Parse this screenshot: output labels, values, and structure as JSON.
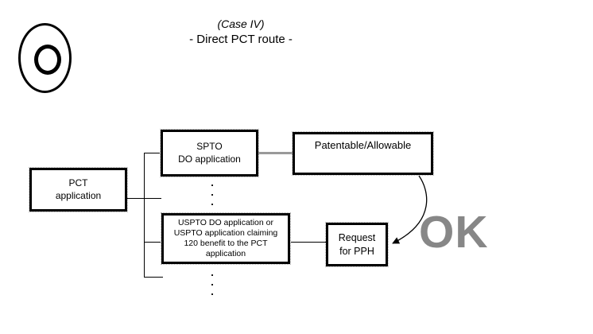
{
  "header": {
    "case_label": "(Case IV)",
    "route_label": "- Direct PCT route -"
  },
  "mark": {
    "icon": "circle-o-mark"
  },
  "nodes": {
    "pct": {
      "label": "PCT\napplication"
    },
    "spto": {
      "label": "SPTO\nDO application"
    },
    "patentable": {
      "label": "Patentable/Allowable"
    },
    "uspto": {
      "label": "USPTO DO application or\nUSPTO application claiming\n120 benefit to the PCT\napplication"
    },
    "request": {
      "label": "Request\nfor PPH"
    }
  },
  "result": {
    "label": "OK",
    "color": "#878787"
  },
  "colors": {
    "line": "#000000",
    "box_border": "#000000",
    "gray_connector": "#9a9a9a",
    "background": "#ffffff"
  }
}
